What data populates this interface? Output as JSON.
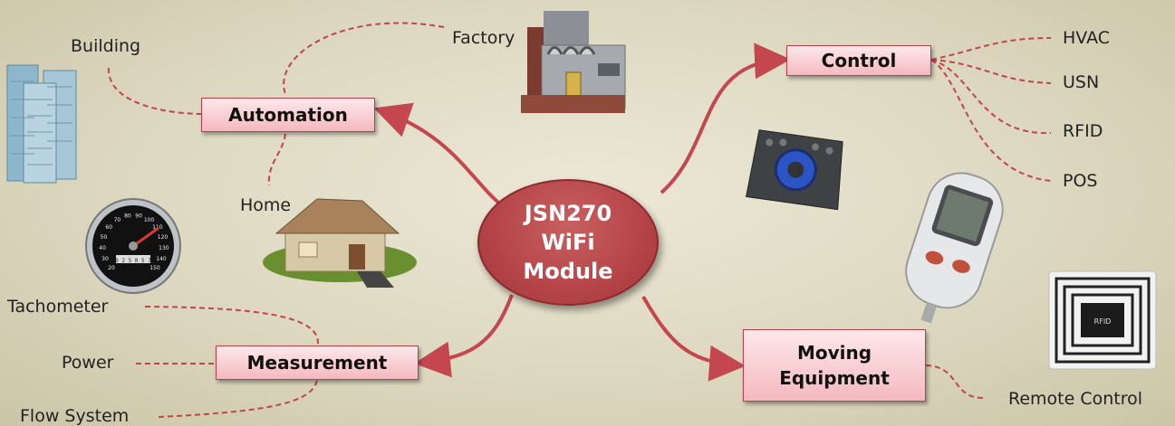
{
  "hub": {
    "line1": "JSN270",
    "line2": "WiFi",
    "line3": "Module"
  },
  "categories": {
    "automation": "Automation",
    "control": "Control",
    "measurement": "Measurement",
    "moving_line1": "Moving",
    "moving_line2": "Equipment"
  },
  "leaves": {
    "building": "Building",
    "factory": "Factory",
    "home": "Home",
    "hvac": "HVAC",
    "usn": "USN",
    "rfid": "RFID",
    "pos": "POS",
    "tachometer": "Tachometer",
    "power": "Power",
    "flow_system": "Flow System",
    "remote_control": "Remote Control"
  },
  "speedometer_ticks": [
    "20",
    "30",
    "40",
    "50",
    "60",
    "70",
    "80",
    "90",
    "100",
    "110",
    "120",
    "130",
    "140",
    "150"
  ],
  "speedometer_odometer": "0 2 5 0 5 7",
  "rfid_tag_text": "RFID",
  "colors": {
    "connector": "#c4474f",
    "dashed": "#c0454d",
    "hub": "#b54448"
  },
  "icons": [
    "building-icon",
    "factory-icon",
    "house-icon",
    "speedometer-icon",
    "tv-remote-icon",
    "handheld-device-icon",
    "rfid-tag-icon"
  ]
}
